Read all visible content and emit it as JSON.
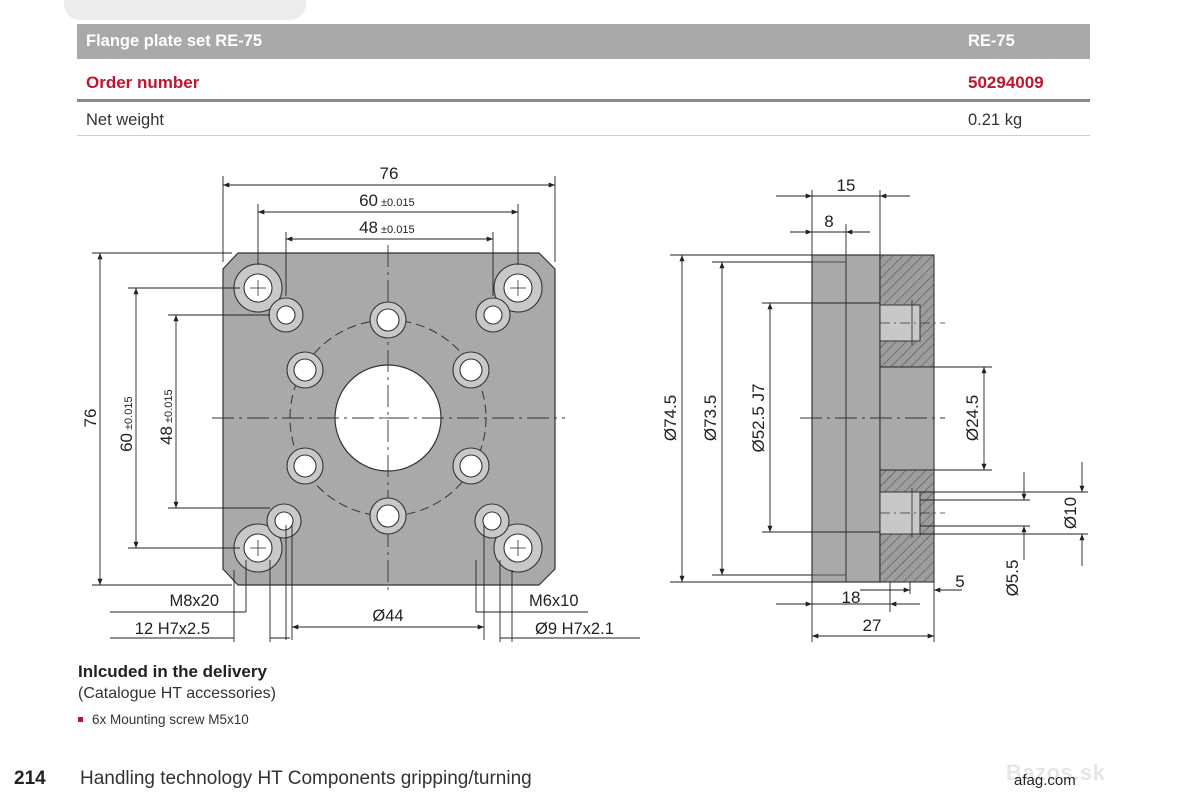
{
  "table": {
    "title_left": "Flange plate set RE-75",
    "title_right": "RE-75",
    "order_label": "Order number",
    "order_value": "50294009",
    "weight_label": "Net weight",
    "weight_value": "0.21 kg"
  },
  "front_view": {
    "width_76": "76",
    "width_60": "60",
    "width_60_tol": "±0.015",
    "width_48": "48",
    "width_48_tol": "±0.015",
    "height_76": "76",
    "height_60": "60",
    "height_60_tol": "±0.015",
    "height_48": "48",
    "height_48_tol": "±0.015",
    "thread_m8": "M8x20",
    "bore_12": "12 H7x2.5",
    "center_bore": "Ø44",
    "thread_m6": "M6x10",
    "bore_9": "Ø9 H7x2.1"
  },
  "side_view": {
    "dim_15": "15",
    "dim_8": "8",
    "dia_745": "Ø74.5",
    "dia_735": "Ø73.5",
    "dia_525": "Ø52.5 J7",
    "dia_245": "Ø24.5",
    "dia_10": "Ø10",
    "dia_55": "Ø5.5",
    "dim_5": "5",
    "dim_18": "18",
    "dim_27": "27"
  },
  "delivery": {
    "title": "Inlcuded in the delivery",
    "subtitle": "(Catalogue HT accessories)",
    "items": [
      "6x Mounting screw M5x10"
    ]
  },
  "footer": {
    "page_number": "214",
    "text": "Handling technology HT Components gripping/turning",
    "url": "afag.com",
    "watermark": "Bazos.sk"
  },
  "colors": {
    "header_bar": "#a9a9a9",
    "accent_red": "#c0152f",
    "plate_fill": "#a9a9a9"
  }
}
